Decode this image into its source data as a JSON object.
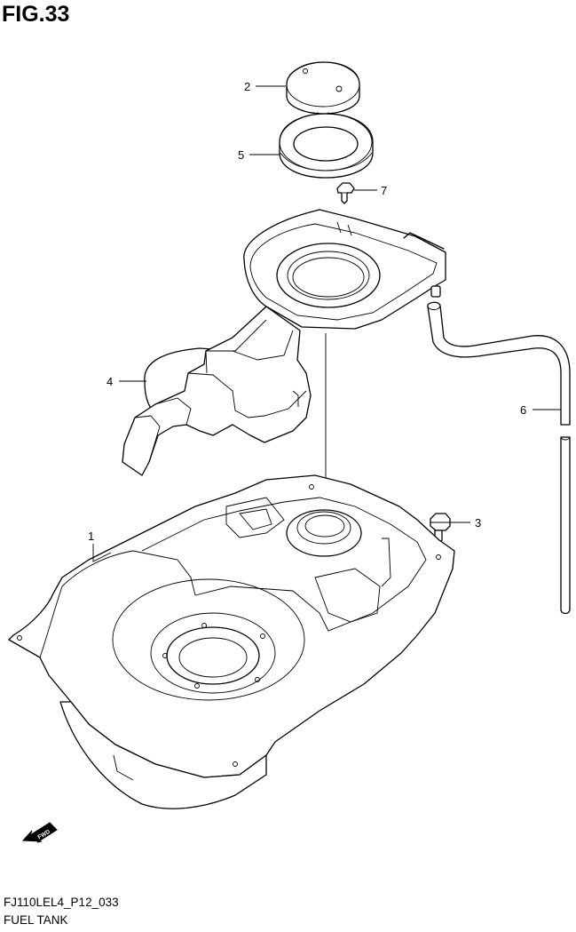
{
  "figure": {
    "title": "FIG.33",
    "drawing_code": "FJ110LEL4_P12_033",
    "drawing_name": "FUEL TANK"
  },
  "callouts": [
    {
      "id": "callout-1",
      "label": "1"
    },
    {
      "id": "callout-2",
      "label": "2"
    },
    {
      "id": "callout-3",
      "label": "3"
    },
    {
      "id": "callout-4",
      "label": "4"
    },
    {
      "id": "callout-5",
      "label": "5"
    },
    {
      "id": "callout-6",
      "label": "6"
    },
    {
      "id": "callout-7",
      "label": "7"
    }
  ],
  "fwd_arrow": {
    "label": "FWD"
  }
}
